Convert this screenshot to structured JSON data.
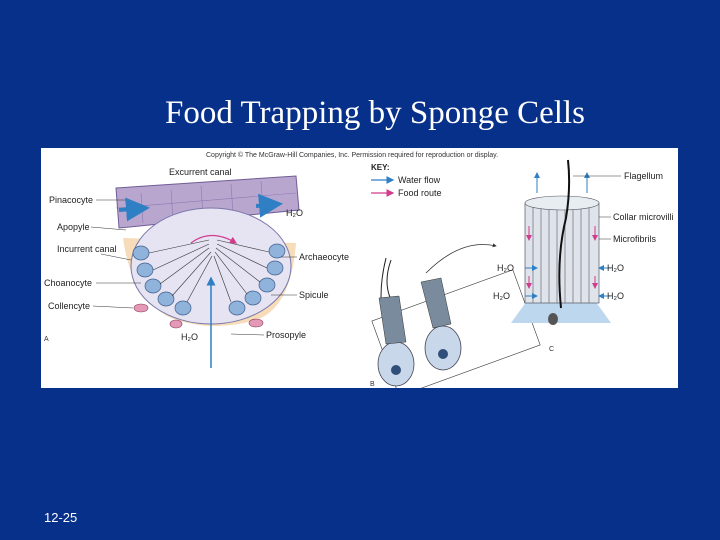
{
  "slide": {
    "title": "Food Trapping by Sponge Cells",
    "number": "12-25"
  },
  "figure": {
    "copyright": "Copyright © The McGraw-Hill Companies, Inc. Permission required for reproduction or display.",
    "panel_a": {
      "letter": "A",
      "labels": {
        "excurrent_canal": "Excurrent canal",
        "pinacocyte": "Pinacocyte",
        "apopyle": "Apopyle",
        "incurrent_canal": "Incurrent canal",
        "choanocyte": "Choanocyte",
        "collencyte": "Collencyte",
        "h2o_out": "H₂O",
        "archaeocyte": "Archaeocyte",
        "spicule": "Spicule",
        "prosopyle": "Prosopyle",
        "h2o_in": "H₂O"
      }
    },
    "key": {
      "title": "KEY:",
      "water_flow": "Water flow",
      "food_route": "Food route",
      "water_color": "#2f7fc4",
      "food_color": "#d23c8c"
    },
    "panel_b": {
      "letter": "B"
    },
    "panel_c": {
      "letter": "C",
      "labels": {
        "flagellum": "Flagellum",
        "collar_microvilli": "Collar microvilli",
        "microfibrils": "Microfibrils",
        "h2o_left_top": "H₂O",
        "h2o_left_bottom": "H₂O",
        "h2o_right_top": "H₂O",
        "h2o_right_bottom": "H₂O"
      }
    }
  }
}
